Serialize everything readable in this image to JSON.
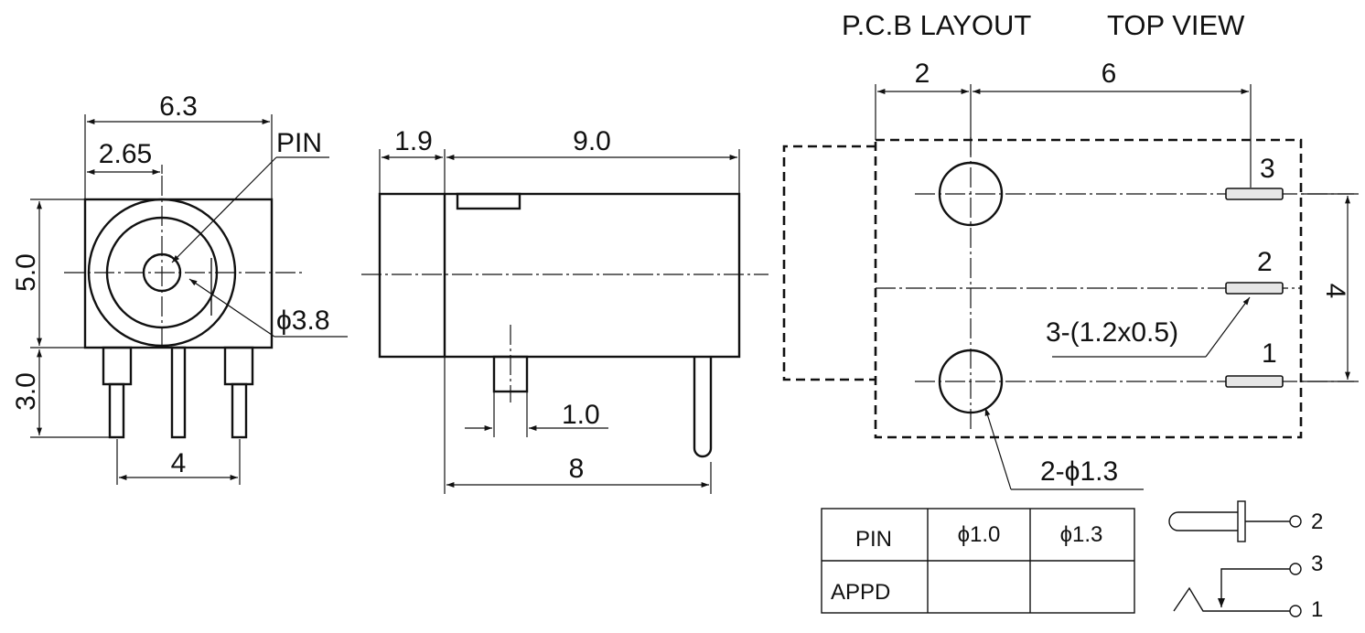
{
  "headings": {
    "pcb_layout": "P.C.B LAYOUT",
    "top_view": "TOP VIEW"
  },
  "front_view": {
    "width": "6.3",
    "offset": "2.65",
    "height": "5.0",
    "pin_len": "3.0",
    "pin_label": "PIN",
    "diameter": "ϕ3.8",
    "pin_pitch": "4"
  },
  "side_view": {
    "front": "1.9",
    "body": "9.0",
    "pin_width": "1.0",
    "pin_pos": "8"
  },
  "pcb": {
    "dim_left": "2",
    "dim_right": "6",
    "dim_vert": "4",
    "pad_size": "3-(1.2x0.5)",
    "hole": "2-ϕ1.3",
    "pin_numbers": [
      "3",
      "2",
      "1"
    ]
  },
  "table": {
    "row_labels": [
      "PIN",
      "APPD"
    ],
    "columns": [
      "ϕ1.0",
      "ϕ1.3"
    ],
    "appd_values": [
      "",
      ""
    ]
  },
  "schematic": {
    "terminals": [
      "2",
      "3",
      "1"
    ]
  }
}
